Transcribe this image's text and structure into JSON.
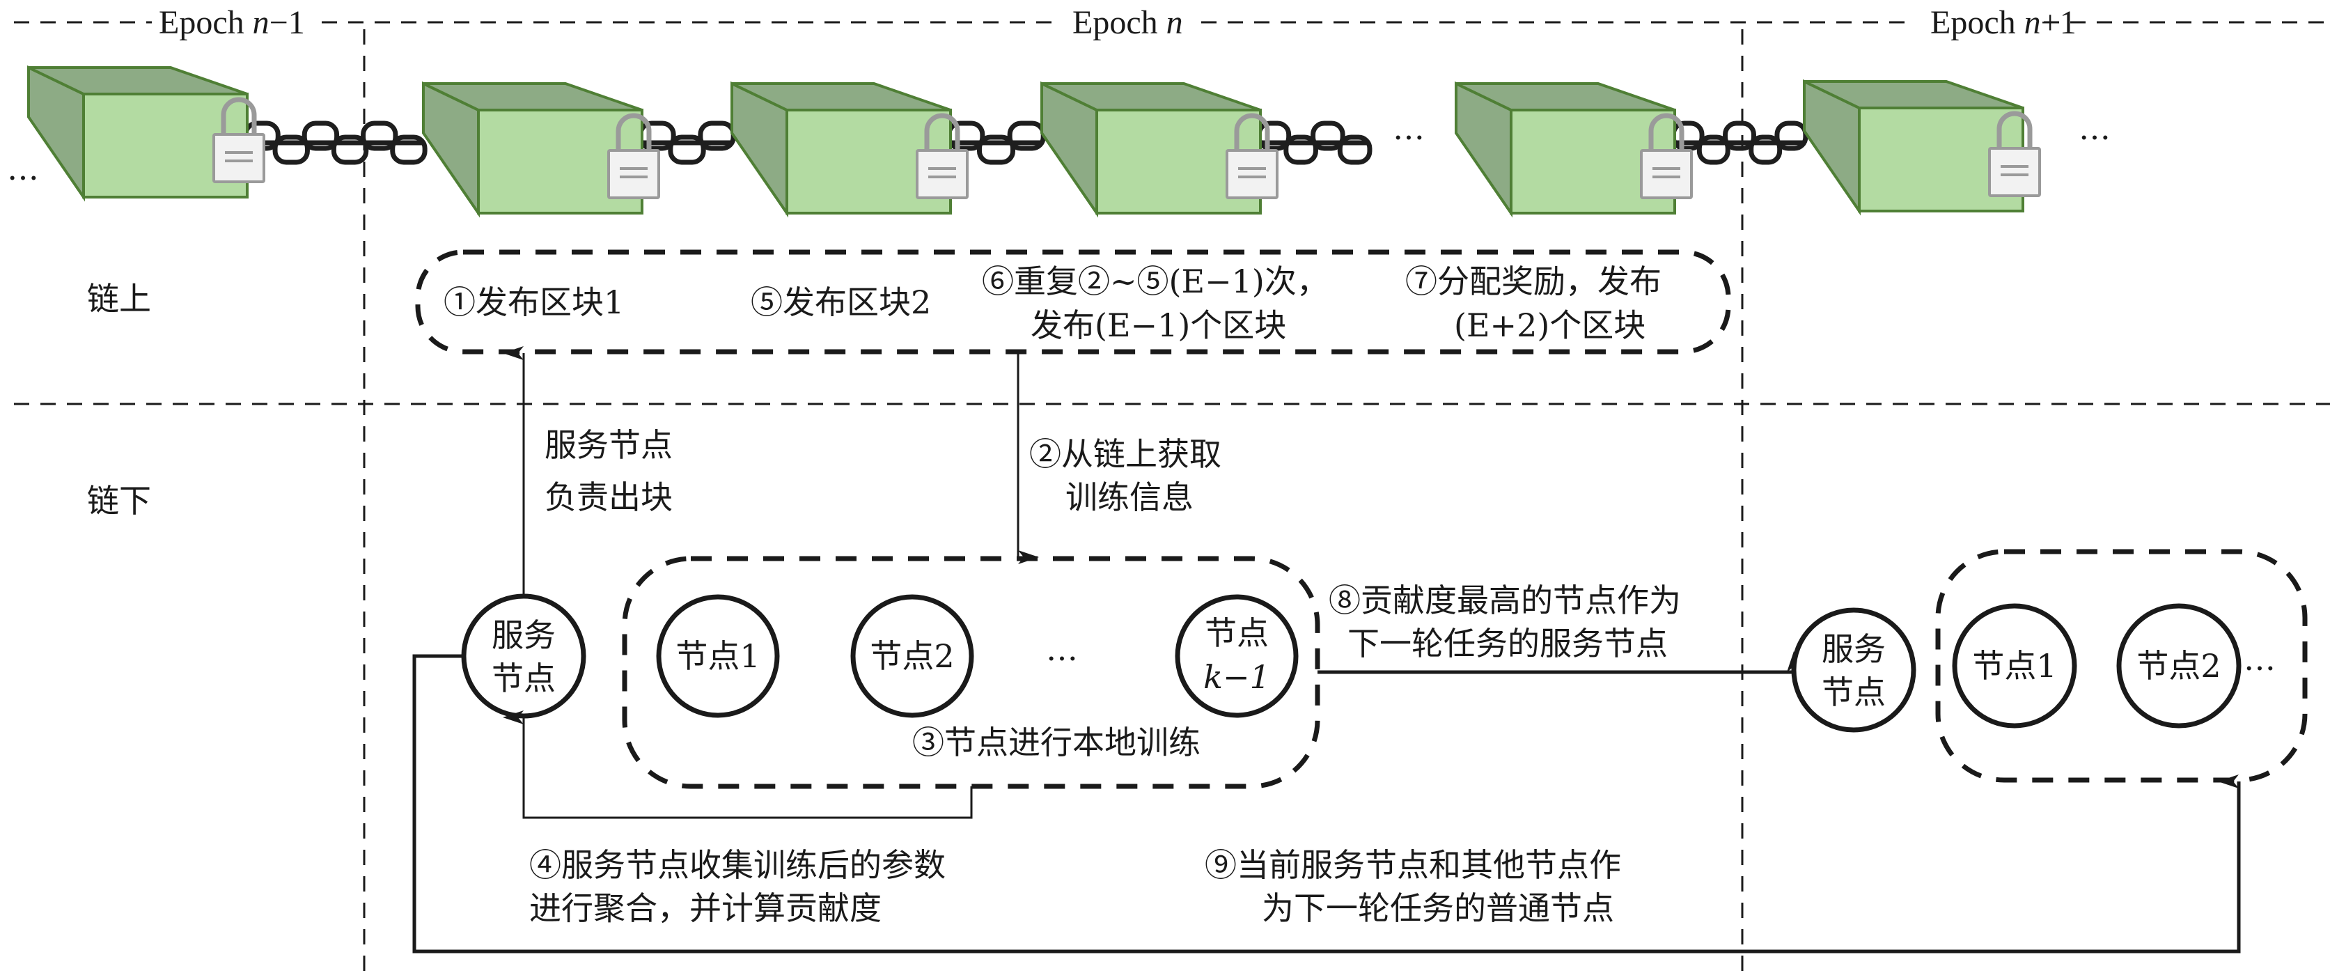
{
  "colors": {
    "block_front": "#b3dba2",
    "block_side": "#8dab85",
    "block_stroke": "#4f7f35",
    "lock_body": "#f2f2f2",
    "lock_stroke": "#9a9a9a",
    "line": "#1a1a1a"
  },
  "epochs": [
    {
      "prefix": "Epoch ",
      "var": "n",
      "suffix": "−1"
    },
    {
      "prefix": "Epoch ",
      "var": "n",
      "suffix": ""
    },
    {
      "prefix": "Epoch ",
      "var": "n",
      "suffix": "+1"
    }
  ],
  "layers": {
    "on_chain": "链上",
    "off_chain": "链下"
  },
  "chain": {
    "block_count": 6,
    "ellipsis": "…"
  },
  "on_chain_steps": {
    "step1": "①发布区块1",
    "step5": "⑤发布区块2",
    "step6_line1": "⑥重复②~⑤(E−1)次，",
    "step6_line2": "发布(E−1)个区块",
    "step7_line1": "⑦分配奖励，发布",
    "step7_line2": "(E+2)个区块"
  },
  "annotations": {
    "service_produces_line1": "服务节点",
    "service_produces_line2": "负责出块",
    "step2_line1": "②从链上获取",
    "step2_line2": "训练信息",
    "step3": "③节点进行本地训练",
    "step4_line1": "④服务节点收集训练后的参数",
    "step4_line2": "进行聚合，并计算贡献度",
    "step8_line1": "⑧贡献度最高的节点作为",
    "step8_line2": "下一轮任务的服务节点",
    "step9_line1": "⑨当前服务节点和其他节点作",
    "step9_line2": "为下一轮任务的普通节点"
  },
  "current_epoch": {
    "service_node_line1": "服务",
    "service_node_line2": "节点",
    "nodes": [
      {
        "label": "节点1"
      },
      {
        "label": "节点2"
      },
      {
        "label_line1": "节点",
        "label_line2": "k−1"
      }
    ],
    "ellipsis": "…"
  },
  "next_epoch": {
    "service_node_line1": "服务",
    "service_node_line2": "节点",
    "nodes": [
      {
        "label": "节点1"
      },
      {
        "label": "节点2"
      }
    ],
    "ellipsis": "…"
  }
}
